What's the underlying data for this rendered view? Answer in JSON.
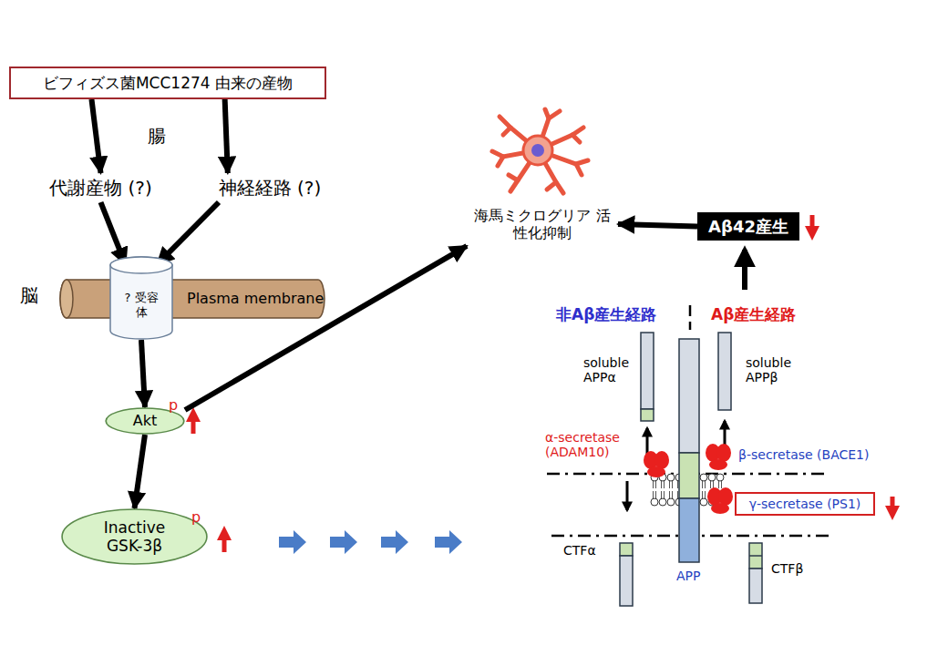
{
  "diagram": {
    "nodes": [
      {
        "text": [
          "ビフィズス菌MCC1274 由来の産物"
        ]
      },
      {
        "text": [
          "代謝産物 (?)"
        ]
      },
      {
        "text": [
          "神経経路 (?)"
        ]
      },
      {
        "text": [
          "Plasma membrane"
        ]
      },
      {
        "text": [
          "? 受容体"
        ],
        "in": 3
      },
      {
        "text": [
          "Akt",
          "p"
        ]
      },
      {
        "text": [
          "Inactive GSK-3β",
          "p"
        ]
      },
      {
        "text": [
          "海馬ミクログリア 活性化抑制"
        ]
      },
      {
        "text": [
          "Aβ42産生"
        ]
      },
      {
        "text": [
          "γ-secretase (PS1)"
        ]
      }
    ],
    "edges": [
      {
        "from": 0,
        "to": 1,
        "arrow": "to"
      },
      {
        "from": 0,
        "to": 2,
        "arrow": "to"
      },
      {
        "from": 1,
        "to": 4,
        "arrow": "to"
      },
      {
        "from": 2,
        "to": 4,
        "arrow": "to"
      },
      {
        "from": 4,
        "to": 5,
        "arrow": "to"
      },
      {
        "from": 5,
        "to": 6,
        "arrow": "to"
      },
      {
        "from": 5,
        "to": 7,
        "arrow": "to"
      },
      {
        "from": 8,
        "to": 7,
        "arrow": "to"
      }
    ],
    "labels": [
      "腸",
      "脳",
      "非Aβ産生経路",
      "Aβ産生経路",
      "soluble APPα",
      "soluble APPβ",
      "α-secretase (ADAM10)",
      "β-secretase (BACE1)",
      "CTFα",
      "CTFβ",
      "APP"
    ]
  }
}
